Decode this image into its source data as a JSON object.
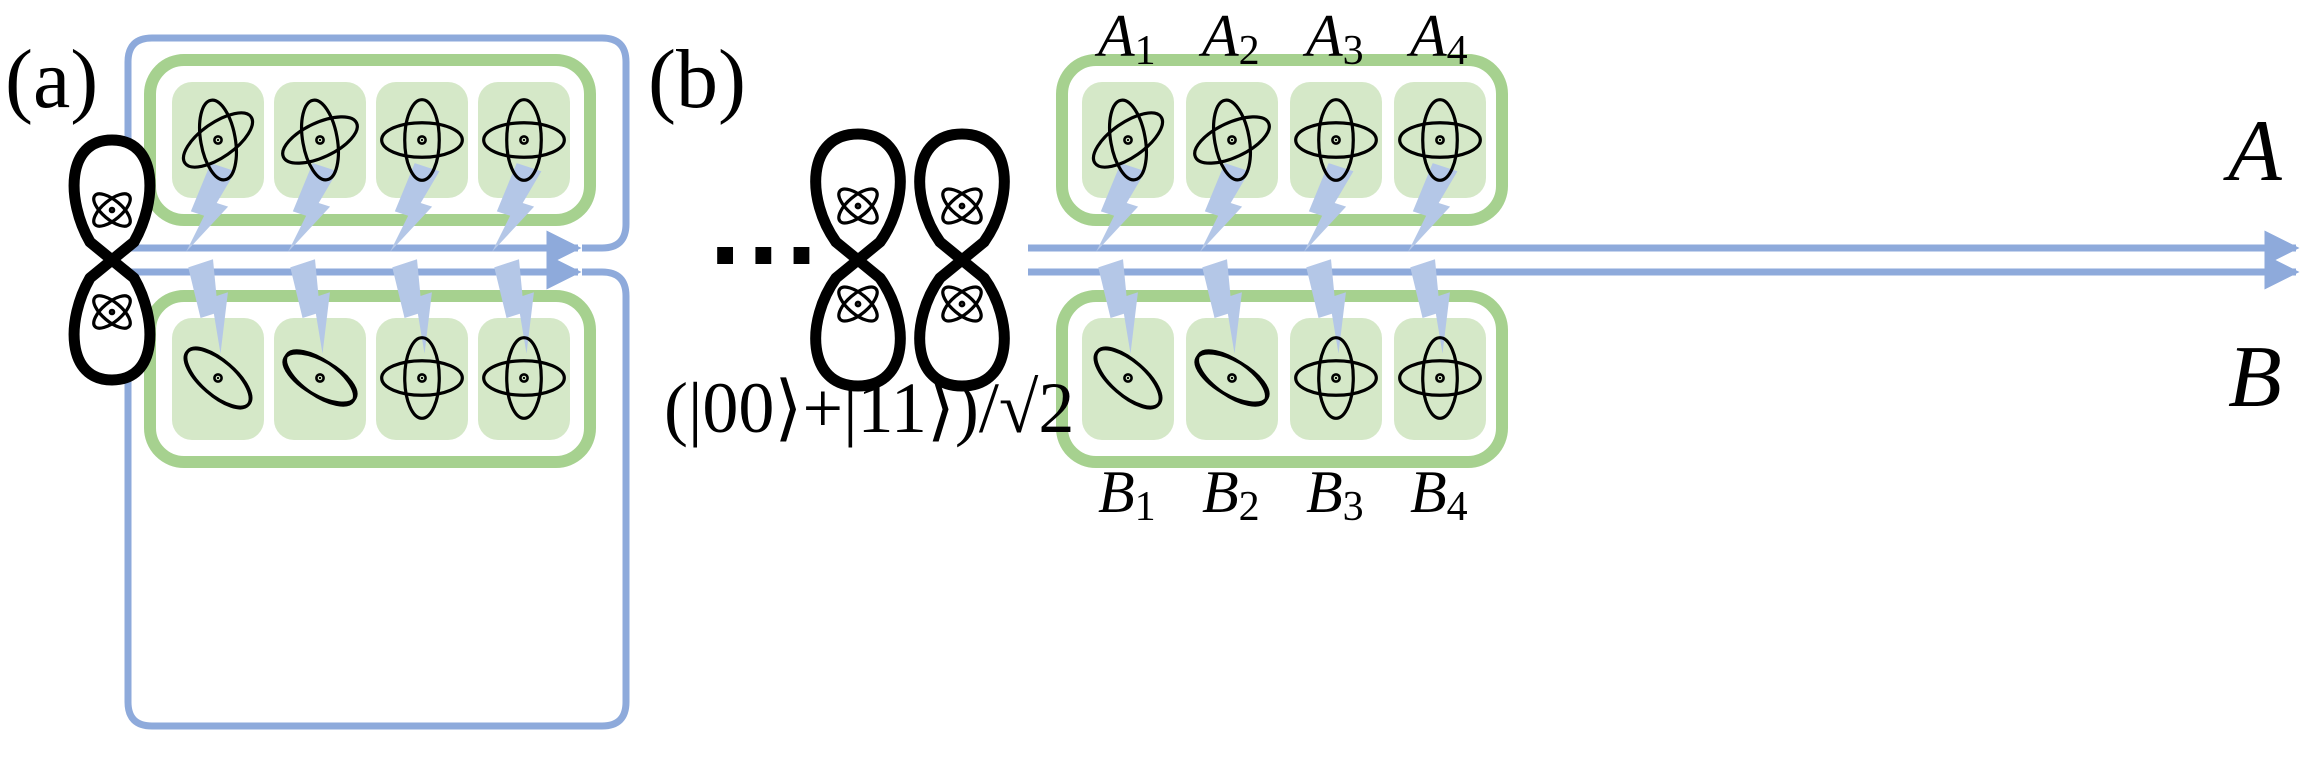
{
  "panels": {
    "a": {
      "label": "(a)"
    },
    "b": {
      "label": "(b)"
    }
  },
  "registers": {
    "A": {
      "letter": "A",
      "qubit_labels": [
        {
          "base": "A",
          "index": "1"
        },
        {
          "base": "A",
          "index": "2"
        },
        {
          "base": "A",
          "index": "3"
        },
        {
          "base": "A",
          "index": "4"
        }
      ]
    },
    "B": {
      "letter": "B",
      "qubit_labels": [
        {
          "base": "B",
          "index": "1"
        },
        {
          "base": "B",
          "index": "2"
        },
        {
          "base": "B",
          "index": "3"
        },
        {
          "base": "B",
          "index": "4"
        }
      ]
    }
  },
  "ellipsis": "···",
  "bell_state": "(|00⟩+|11⟩)/√2",
  "colors": {
    "register_green": "#a6d18f",
    "cell_green": "#d5e8c8",
    "channel_blue": "#8eaadb",
    "bolt_blue": "#b4c7e7",
    "ink": "#000000"
  },
  "icons": {
    "qubit": "atom-icon",
    "entangled_pair": "figure-eight-icon",
    "interaction": "lightning-bolt-icon"
  }
}
